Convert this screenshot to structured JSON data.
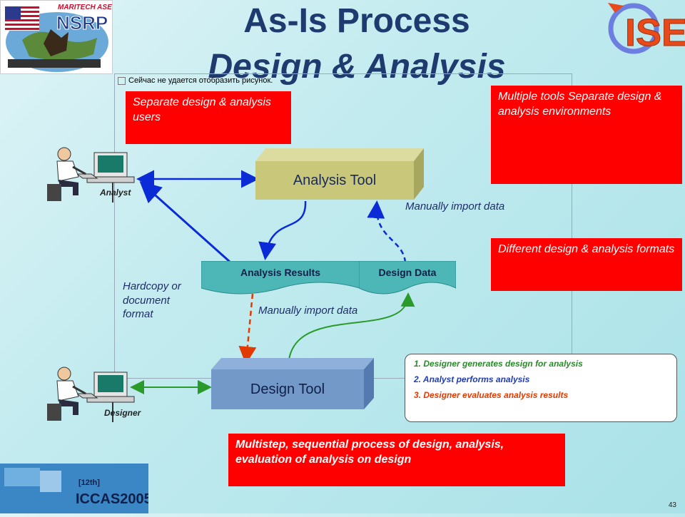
{
  "title": {
    "line1": "As-Is Process",
    "line2": "Design & Analysis"
  },
  "logos": {
    "nsrp_top": "MARITECH ASE",
    "nsrp_main": "NSRP",
    "ise": "ISE",
    "iccas_small": "[12th]",
    "iccas_main": "ICCAS2005"
  },
  "broken_image_text": "Сейчас не удается отобразить рисунок.",
  "notes": {
    "separate_users": "Separate  design & analysis users",
    "multiple_tools": "Multiple tools Separate design & analysis environments",
    "different_formats": "Different  design & analysis formats",
    "multistep": "Multistep, sequential process of design, analysis, evaluation of analysis on design"
  },
  "tools": {
    "analysis": "Analysis Tool",
    "design": "Design Tool"
  },
  "documents": {
    "results": "Analysis Results",
    "data": "Design Data"
  },
  "roles": {
    "analyst": "Analyst",
    "designer": "Designer"
  },
  "arrow_labels": {
    "manual_import_top": "Manually import data",
    "manual_import_mid": "Manually import data",
    "hardcopy": "Hardcopy or document format"
  },
  "steps": [
    "1. Designer generates design for analysis",
    "2. Analyst performs analysis",
    "3. Designer evaluates analysis results"
  ],
  "page_number": "43",
  "colors": {
    "title": "#1f3a6e",
    "red": "#ff0000",
    "analysis_tool": "#c8c77a",
    "design_tool": "#7399c9",
    "doc": "#4db6b6",
    "blue_arrow": "#0a2bd6",
    "green_arrow": "#2a9a2a",
    "red_arrow": "#e33a00"
  }
}
